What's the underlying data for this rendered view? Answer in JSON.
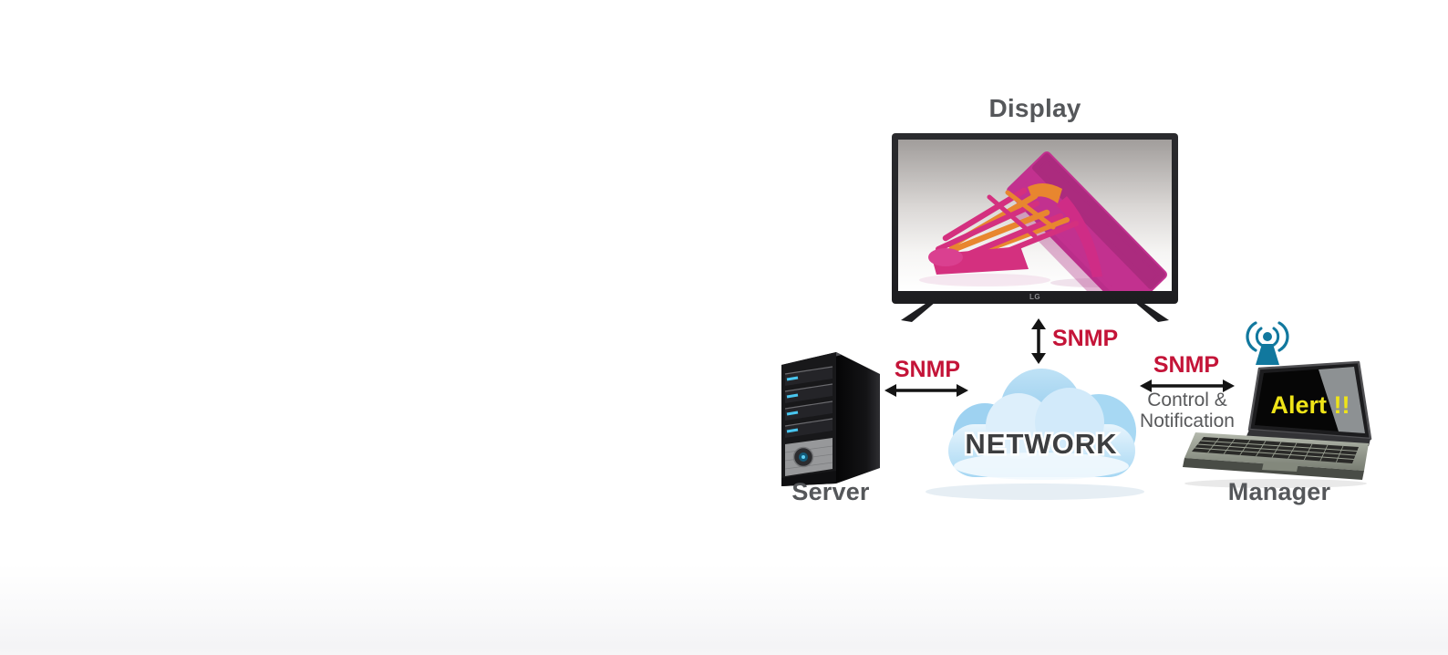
{
  "page": {
    "background_color": "#ffffff",
    "footer_band_color": "#f5f5f6"
  },
  "diagram": {
    "display": {
      "label": "Display"
    },
    "tv": {
      "brand_logo": "LG"
    },
    "server": {
      "label": "Server"
    },
    "manager": {
      "label": "Manager"
    },
    "network_cloud": {
      "label": "NETWORK"
    },
    "manager_screen": {
      "alert_text": "Alert !!"
    },
    "links": {
      "display_to_network": {
        "protocol": "SNMP"
      },
      "server_to_network": {
        "protocol": "SNMP"
      },
      "manager_to_network": {
        "protocol": "SNMP",
        "description_line1": "Control &",
        "description_line2": "Notification"
      }
    },
    "colors": {
      "protocol_label_red": "#c41438",
      "entity_label_gray": "#55575a",
      "description_gray": "#58595b",
      "network_text_gray": "#3d3e40",
      "arrow_black": "#141414",
      "cloud_blue_dark": "#85c5ec",
      "cloud_blue_light": "#e8f5fd",
      "wifi_teal": "#11789e",
      "alert_yellow": "#efe418"
    }
  }
}
